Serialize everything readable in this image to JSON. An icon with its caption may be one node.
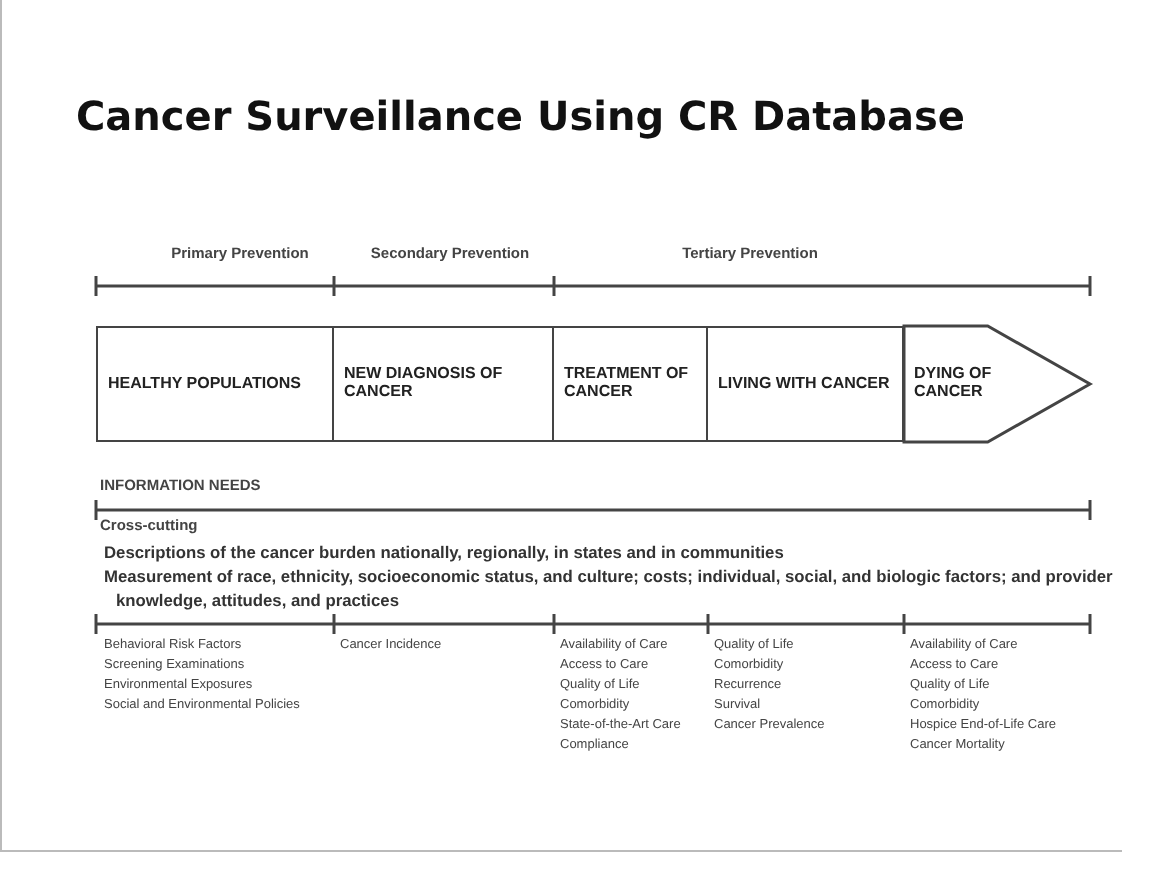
{
  "diagram": {
    "title": "Cancer Surveillance Using CR Database",
    "nodes": [
      {
        "text": [
          "HEALTHY POPULATIONS"
        ]
      },
      {
        "text": [
          "NEW DIAGNOSIS OF CANCER"
        ]
      },
      {
        "text": [
          "TREATMENT OF CANCER"
        ]
      },
      {
        "text": [
          "LIVING WITH CANCER"
        ]
      },
      {
        "text": [
          "DYING OF CANCER"
        ]
      }
    ],
    "labels": [
      "Primary Prevention",
      "Secondary Prevention",
      "Tertiary Prevention",
      "INFORMATION NEEDS",
      "Cross-cutting",
      "Descriptions of the cancer burden nationally, regionally, in states and in communities",
      "Measurement of race, ethnicity, socioeconomic status, and culture; costs; individual, social, and biologic factors; and provider knowledge, attitudes, and practices",
      "Behavioral Risk Factors",
      "Screening Examinations",
      "Environmental Exposures",
      "Social and Environmental Policies",
      "Cancer Incidence",
      "Availability of Care",
      "Access to Care",
      "Quality of Life",
      "Comorbidity",
      "State-of-the-Art Care",
      "Compliance",
      "Quality of Life",
      "Comorbidity",
      "Recurrence",
      "Survival",
      "Cancer Prevalence",
      "Availability of Care",
      "Access to Care",
      "Quality of Life",
      "Comorbidity",
      "Hospice End-of-Life Care",
      "Cancer Mortality"
    ]
  }
}
